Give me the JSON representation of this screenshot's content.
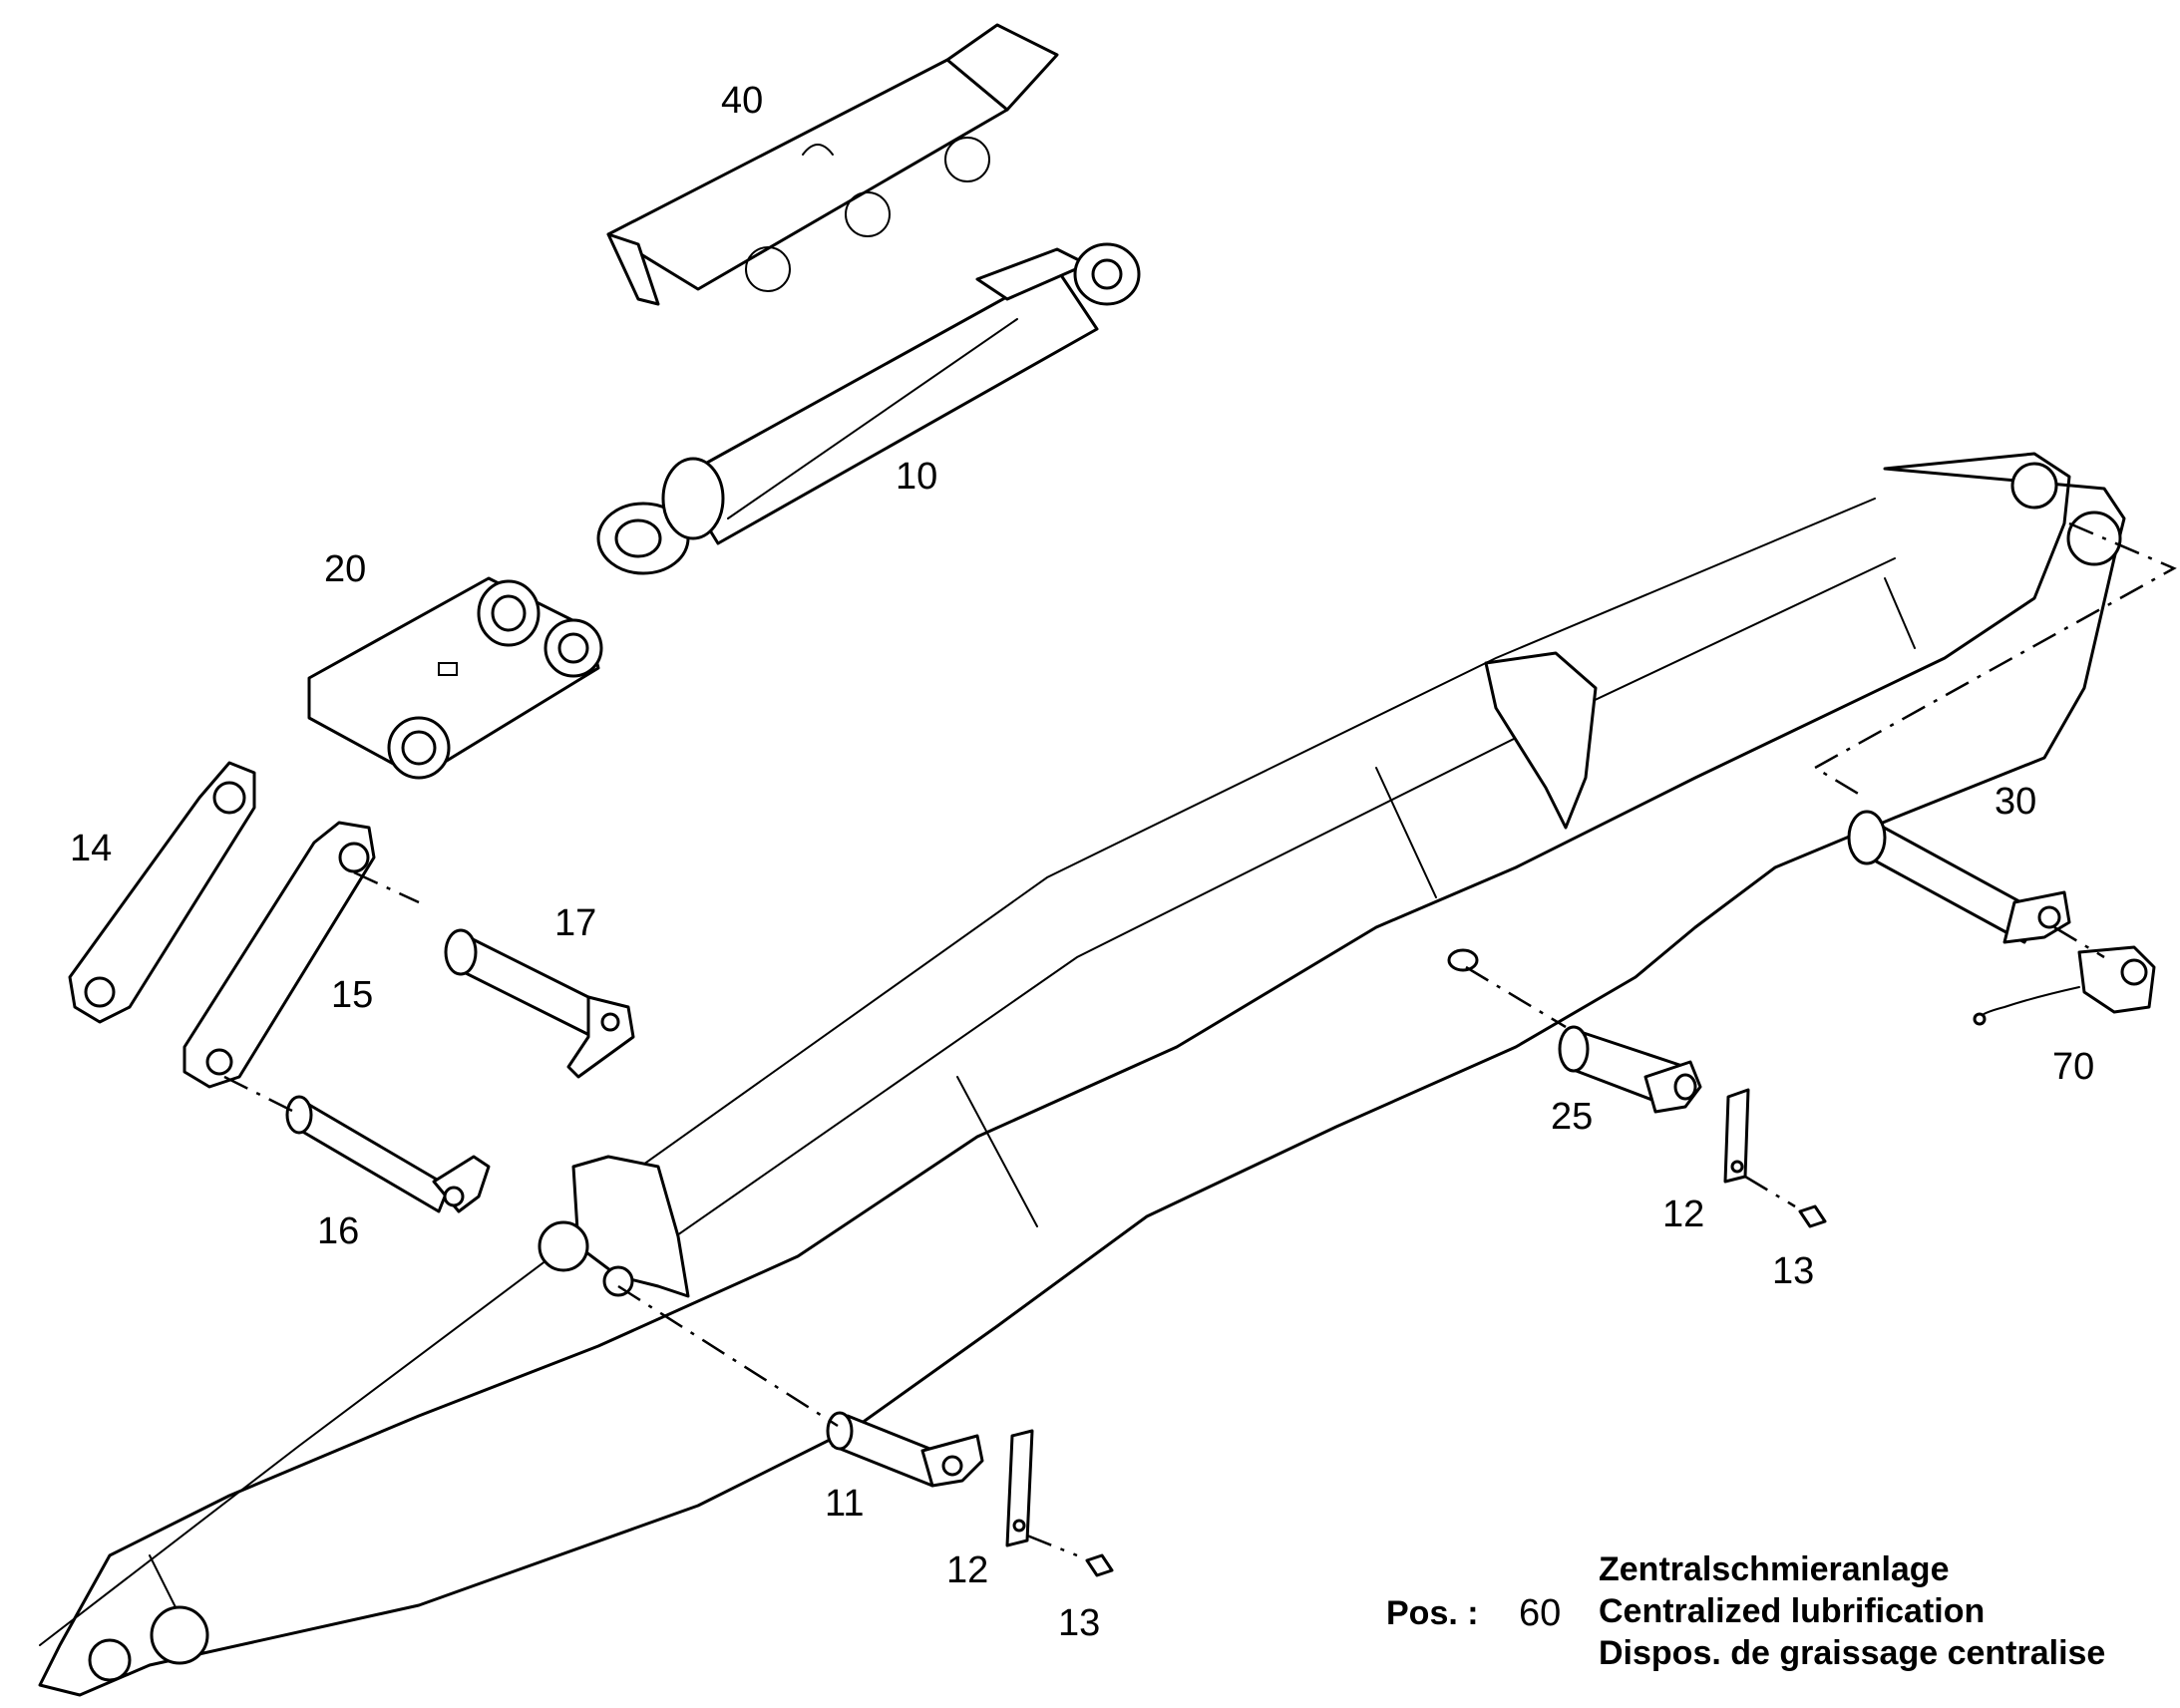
{
  "callouts": {
    "p10": "10",
    "p11": "11",
    "p12a": "12",
    "p12b": "12",
    "p13a": "13",
    "p13b": "13",
    "p14": "14",
    "p15": "15",
    "p16": "16",
    "p17": "17",
    "p20": "20",
    "p25": "25",
    "p30": "30",
    "p40": "40",
    "p70": "70"
  },
  "legend": {
    "pos_label": "Pos. :",
    "pos_number": "60",
    "lines": [
      "Zentralschmieranlage",
      "Centralized lubrification",
      "Dispos. de graissage centralise"
    ]
  }
}
